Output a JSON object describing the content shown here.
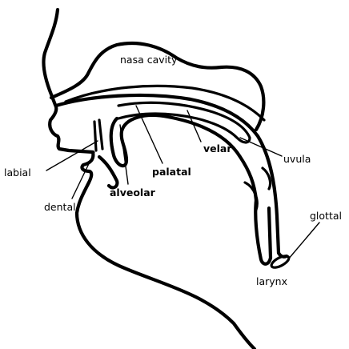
{
  "diagram": {
    "labels": {
      "nasal_cavity": "nasa cavity",
      "labial": "labial",
      "dental": "dental",
      "alveolar": "alveolar",
      "palatal": "palatal",
      "velar": "velar",
      "uvula": "uvula",
      "glottal": "glottal",
      "larynx": "larynx"
    }
  }
}
